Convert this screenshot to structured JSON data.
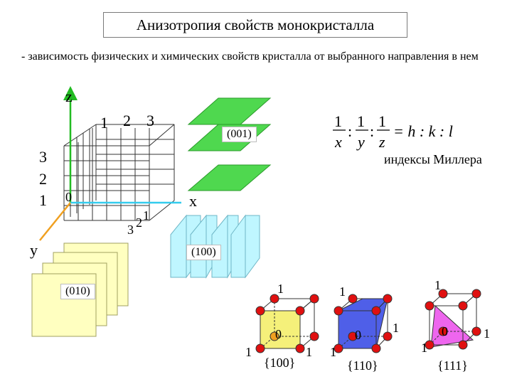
{
  "title": "Анизотропия свойств монокристалла",
  "intro": "- зависимость физических и химических свойств кристалла от выбранного направления в нем",
  "axes": {
    "z": "z",
    "x": "x",
    "y": "y",
    "origin": "0",
    "z_ticks": [
      "1",
      "2",
      "3"
    ],
    "x_ticks": [
      "1",
      "2",
      "3"
    ],
    "y_ticks": [
      "1",
      "2",
      "3"
    ]
  },
  "planes": {
    "p001": "(001)",
    "p100": "(100)",
    "p010": "(010)"
  },
  "miller": {
    "numerators": [
      "1",
      "1",
      "1"
    ],
    "denominators": [
      "x",
      "y",
      "z"
    ],
    "separators": [
      ":",
      ":"
    ],
    "result": "= h : k : l",
    "caption": "индексы Миллера"
  },
  "cubes": [
    {
      "caption": "{100}",
      "top": "1",
      "left": "1",
      "right": "1",
      "origin": "0",
      "color": "#f5f07a"
    },
    {
      "caption": "{110}",
      "top": "1",
      "left": "1",
      "right": "1",
      "origin": "0",
      "color": "#4f5fe8"
    },
    {
      "caption": "{111}",
      "top": "1",
      "left": "1",
      "right": "1",
      "origin": "0",
      "color": "#ee66ee"
    }
  ],
  "colors": {
    "axis_z": "#22bb22",
    "axis_x": "#33ccee",
    "axis_y": "#f0a020",
    "plane_green": "#4fd84f",
    "plane_cyan": "#bff6ff",
    "plane_yellow": "#ffffc0",
    "atom": "#e01010"
  }
}
